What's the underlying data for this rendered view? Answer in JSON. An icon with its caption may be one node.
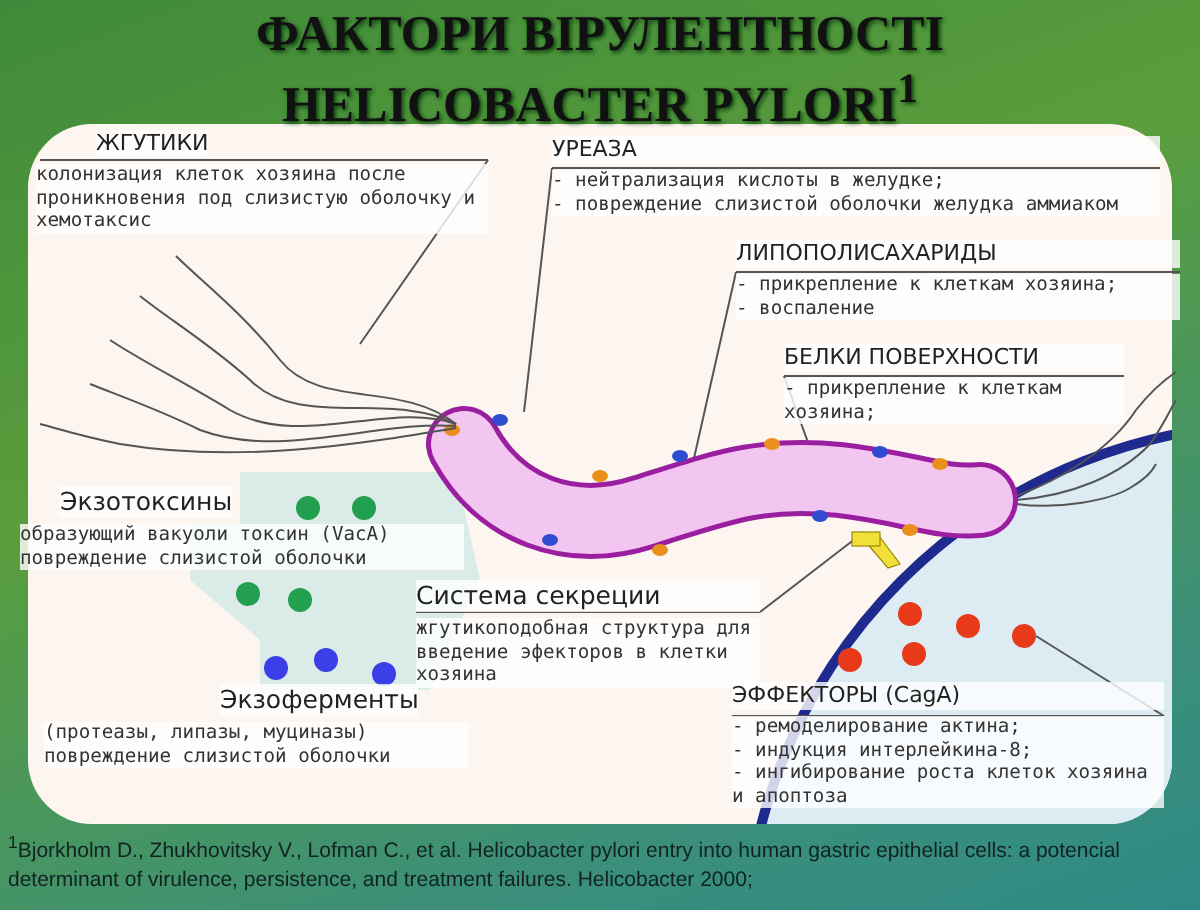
{
  "diagram": {
    "title": "ФАКТОРИ ВІРУЛЕНТНОСТІ HELICOBACTER PYLORI$^{1}$",
    "caption": "$^{1}$Bjorkholm D., Zhukhovitsky V., Lofman C., et al. Helicobacter pylori entry into human gastric epithelial cells: a potencial determinant of virulence, persistence, and treatment failures. Helicobacter 2000;",
    "nodes": [
      {
        "text": [
          "ЖГУТИКИ",
          "колонизация клеток хозяина после проникновения под слизистую оболочку и хемотаксис"
        ]
      },
      {
        "text": [
          "УРЕАЗА",
          "- нейтрализация кислоты в желудке;",
          "- повреждение слизистой оболочки желудка аммиаком"
        ]
      },
      {
        "text": [
          "ЛИПОПОЛИСАХАРИДЫ",
          "- прикрепление к клеткам хозяина;",
          "- воспаление"
        ]
      },
      {
        "text": [
          "БЕЛКИ ПОВЕРХНОСТИ",
          "- прикрепление к клеткам хозяина;"
        ]
      },
      {
        "text": [
          "Экзотоксины",
          "образующий вакуоли токсин (VacA)",
          "повреждение слизистой оболочки"
        ]
      },
      {
        "text": [
          "Экзоферменты",
          "(протеазы, липазы, муциназы)",
          "повреждение слизистой оболочки"
        ]
      },
      {
        "text": [
          "Система секреции",
          "жгутикоподобная структура для введение эфекторов в клетки хозяина"
        ]
      },
      {
        "text": [
          "ЭФФЕКТОРЫ (CagA)",
          "- ремоделирование актина;",
          "- индукция интерлейкина-8;",
          "- ингибирование роста клеток хозяина и апоптоза"
        ]
      },
      {
        "text": [],
        "shape": "picture"
      },
      {
        "text": [],
        "shape": "picture"
      },
      {
        "text": [],
        "shape": "circle"
      }
    ],
    "edges": [
      {
        "from": 0,
        "to": 9,
        "arrow": "none"
      },
      {
        "from": 1,
        "to": 8,
        "arrow": "none"
      },
      {
        "from": 2,
        "to": 8,
        "arrow": "none"
      },
      {
        "from": 3,
        "to": 8,
        "arrow": "none"
      },
      {
        "from": 6,
        "to": 8,
        "arrow": "none"
      },
      {
        "from": 7,
        "to": 10,
        "arrow": "none"
      }
    ]
  }
}
